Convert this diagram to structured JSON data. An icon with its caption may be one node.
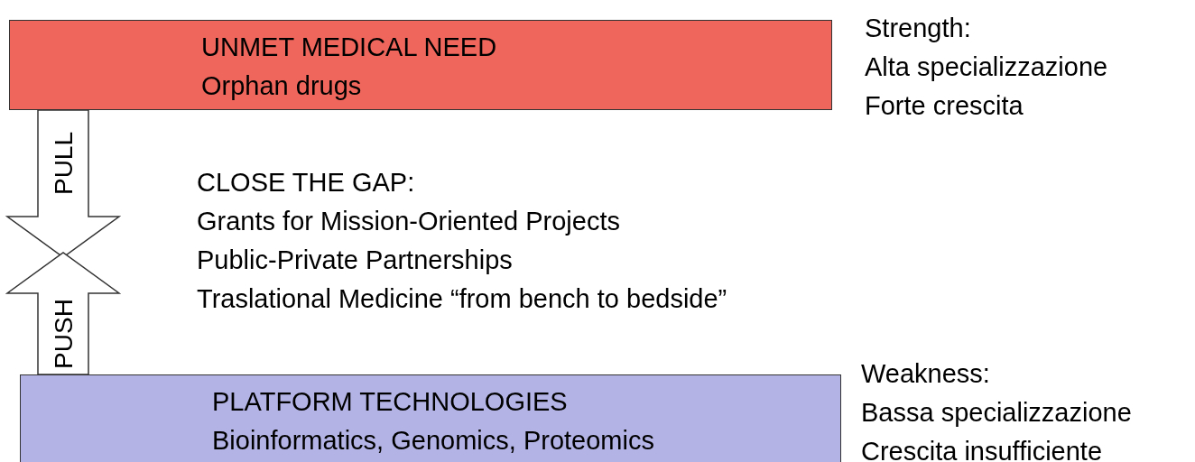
{
  "diagram": {
    "nodes": [
      {
        "text": [
          "UNMET MEDICAL NEED",
          "Orphan drugs"
        ],
        "beside": [
          "Strength:",
          "Alta specializzazione",
          "Forte crescita"
        ]
      },
      {
        "text": [
          "PLATFORM TECHNOLOGIES",
          "Bioinformatics, Genomics, Proteomics"
        ],
        "beside": [
          "Weakness:",
          "Bassa specializzazione",
          "Crescita insufficiente"
        ]
      }
    ],
    "edges": [
      {
        "from": 0,
        "to": null,
        "arrow": "to",
        "label": "PULL"
      },
      {
        "from": 1,
        "to": null,
        "arrow": "to",
        "label": "PUSH"
      }
    ],
    "labels": [
      "CLOSE THE GAP:",
      "Grants for Mission-Oriented Projects",
      "Public-Private Partnerships",
      "Traslational Medicine “from bench to bedside”"
    ]
  }
}
